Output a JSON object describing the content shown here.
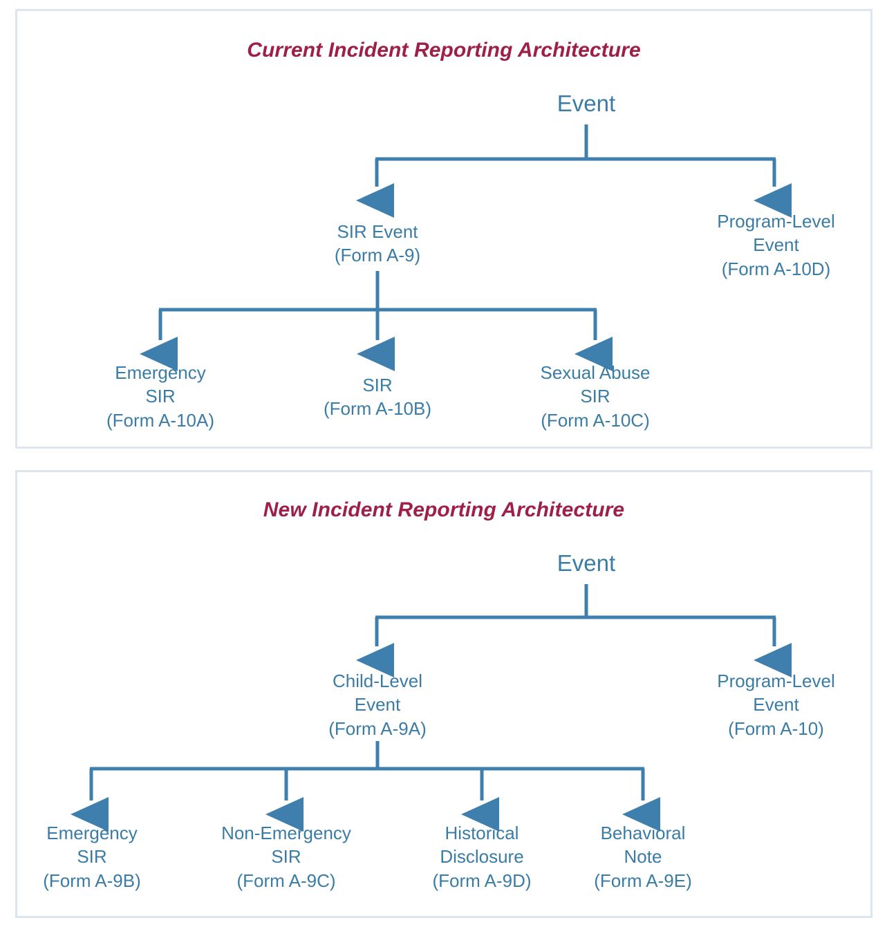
{
  "colors": {
    "title": "#9e1f47",
    "node_text": "#3a7ca5",
    "connector": "#3e7fad",
    "panel_border": "#dde6ee",
    "background": "#ffffff"
  },
  "panels": [
    {
      "id": "current",
      "title": "Current Incident Reporting Architecture",
      "root": {
        "label": "Event"
      },
      "level1": [
        {
          "label": "SIR Event\n(Form A-9)"
        },
        {
          "label": "Program-Level\nEvent\n(Form A-10D)"
        }
      ],
      "level2": [
        {
          "label": "Emergency\nSIR\n(Form A-10A)"
        },
        {
          "label": "SIR\n(Form A-10B)"
        },
        {
          "label": "Sexual Abuse\nSIR\n(Form A-10C)"
        }
      ]
    },
    {
      "id": "new",
      "title": "New Incident Reporting Architecture",
      "root": {
        "label": "Event"
      },
      "level1": [
        {
          "label": "Child-Level\nEvent\n(Form A-9A)"
        },
        {
          "label": "Program-Level\nEvent\n(Form A-10)"
        }
      ],
      "level2": [
        {
          "label": "Emergency\nSIR\n(Form A-9B)"
        },
        {
          "label": "Non-Emergency\nSIR\n(Form A-9C)"
        },
        {
          "label": "Historical\nDisclosure\n(Form A-9D)"
        },
        {
          "label": "Behavioral\nNote\n(Form A-9E)"
        }
      ]
    }
  ]
}
